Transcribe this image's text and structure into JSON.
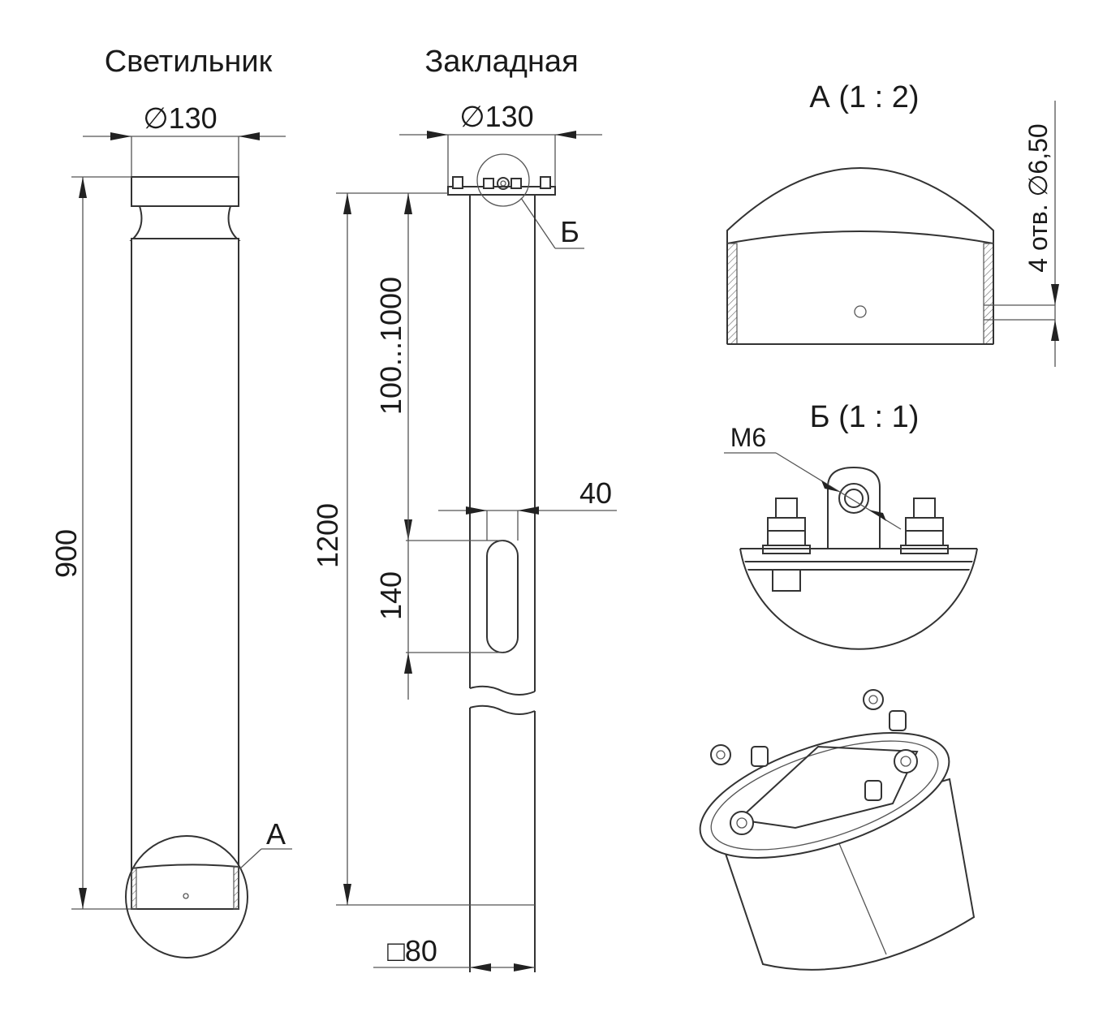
{
  "views": {
    "luminaire": {
      "title": "Светильник",
      "diameter": "∅130",
      "height": "900",
      "detail_marker": "А"
    },
    "embedded": {
      "title": "Закладная",
      "diameter": "∅130",
      "total_height": "1200",
      "adjust_range": "100...1000",
      "slot_height": "140",
      "slot_width": "40",
      "section": "□80",
      "detail_marker": "Б"
    },
    "detail_a": {
      "title": "А (1 : 2)",
      "holes": "4 отв. ∅6,50"
    },
    "detail_b": {
      "title": "Б (1 : 1)",
      "thread": "М6"
    }
  }
}
